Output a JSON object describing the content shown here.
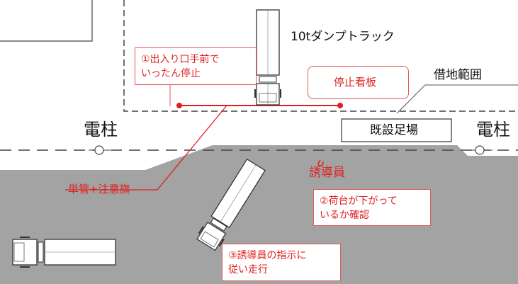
{
  "labels": {
    "truck_label": "10tダンプトラック",
    "borrowed_land": "借地範囲",
    "pole_left": "電柱",
    "pole_right": "電柱",
    "scaffold": "既設足場",
    "guide": "誘導員",
    "single_pipe": "単管+注意旗",
    "stop_sign": "停止看板"
  },
  "notes": {
    "note1": [
      "①出入り口手前で",
      "いったん停止"
    ],
    "note2": [
      "②荷台が下がって",
      "いるか確認"
    ],
    "note3": [
      "③誘導員の指示に",
      "従い走行"
    ]
  },
  "colors": {
    "accent_red": "#e02020",
    "box_border": "#e05a5a",
    "road_gray": "#a3a3a3",
    "line_dark": "#333333"
  }
}
